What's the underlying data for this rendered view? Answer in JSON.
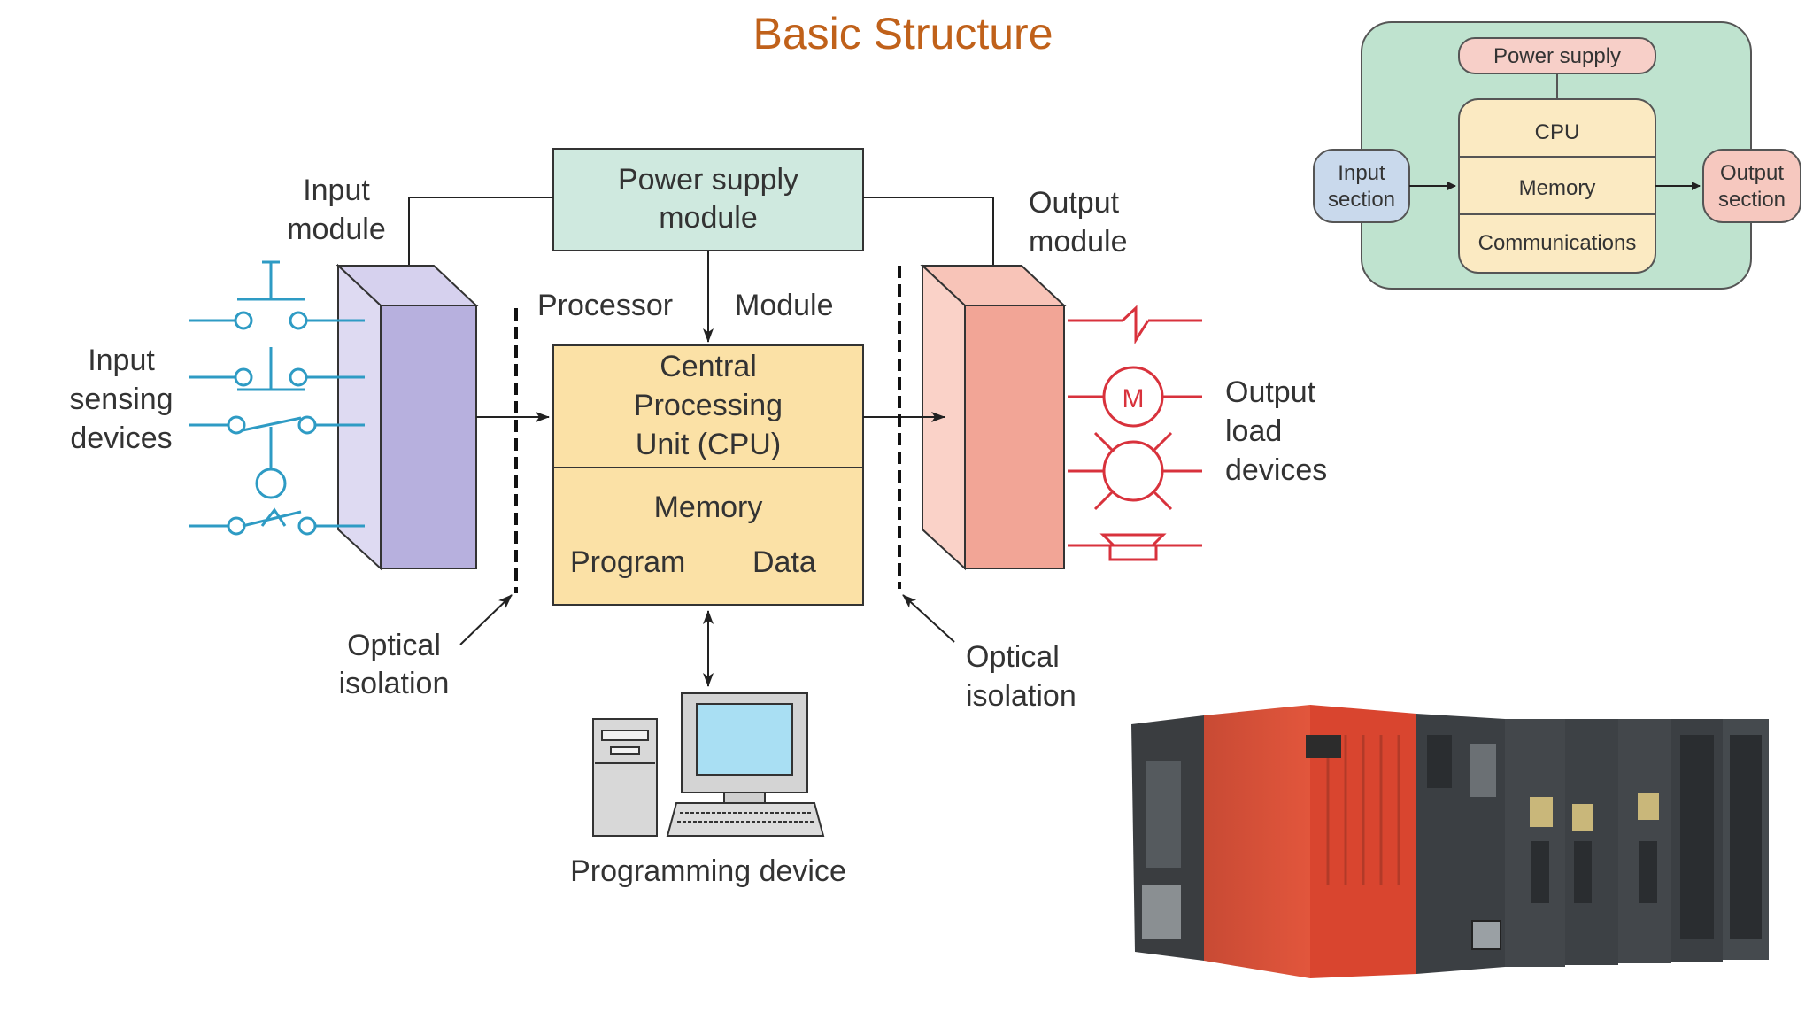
{
  "page_title": "Basic Structure",
  "main_diagram": {
    "power_supply": [
      "Power supply",
      "module"
    ],
    "input_module": [
      "Input",
      "module"
    ],
    "output_module": [
      "Output",
      "module"
    ],
    "processor_label": "Processor",
    "module_label": "Module",
    "cpu": [
      "Central",
      "Processing",
      "Unit (CPU)"
    ],
    "memory": "Memory",
    "program": "Program",
    "data": "Data",
    "input_devices": [
      "Input",
      "sensing",
      "devices"
    ],
    "output_devices": [
      "Output",
      "load",
      "devices"
    ],
    "optical_isolation_left": [
      "Optical",
      "isolation"
    ],
    "optical_isolation_right": [
      "Optical",
      "isolation"
    ],
    "motor_symbol": "M",
    "programming_device": "Programming device"
  },
  "mini_diagram": {
    "power_supply": "Power supply",
    "cpu": "CPU",
    "memory": "Memory",
    "communications": "Communications",
    "input_section": [
      "Input",
      "section"
    ],
    "output_section": [
      "Output",
      "section"
    ]
  },
  "colors": {
    "title": "#c0611a",
    "power_box": "#cfe9df",
    "cpu_box": "#fbe1a6",
    "input_module": "#b7b0de",
    "output_module": "#f2a596",
    "switch_blue": "#2e9bc4",
    "load_red": "#d8323c",
    "mini_bg": "#bfe3cf",
    "mini_input": "#c9d9ec",
    "mini_output": "#f6c8bf",
    "mini_cpu": "#fbeac2",
    "mini_power": "#f7cfc8"
  }
}
